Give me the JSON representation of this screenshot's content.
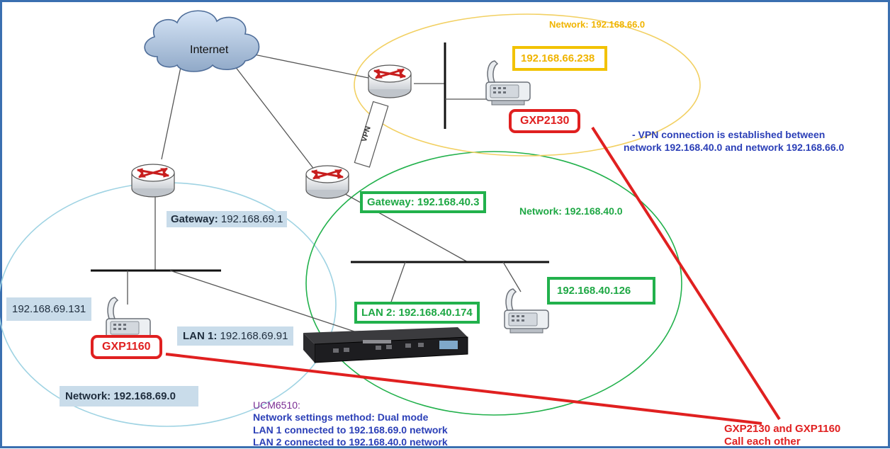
{
  "internet": {
    "label": "Internet"
  },
  "vpn": {
    "label": "VPN"
  },
  "network_66": {
    "network_label": "Network: 192.168.66.0",
    "phone_ip": "192.168.66.238",
    "phone_model": "GXP2130"
  },
  "vpn_note": {
    "line1": "- VPN connection is established between",
    "line2": "network 192.168.40.0 and network 192.168.66.0"
  },
  "network_40": {
    "gateway": "Gateway: 192.168.40.3",
    "network_label": "Network: 192.168.40.0",
    "phone_ip": "192.168.40.126",
    "lan2": "LAN 2: 192.168.40.174"
  },
  "network_69": {
    "gateway_key": "Gateway:",
    "gateway_value": " 192.168.69.1",
    "phone_ip": "192.168.69.131",
    "phone_model": "GXP1160",
    "lan1_key": "LAN 1:",
    "lan1_value": " 192.168.69.91",
    "network_label": "Network: 192.168.69.0"
  },
  "ucm": {
    "title": "UCM6510:",
    "line1": "Network settings method: Dual mode",
    "line2": "LAN 1 connected to 192.168.69.0 network",
    "line3": "LAN 2 connected to 192.168.40.0 network"
  },
  "call_note": {
    "line1": "GXP2130 and GXP1160",
    "line2": "Call each other"
  },
  "colors": {
    "frame": "#3a6fb0",
    "green": "#22b14c",
    "yellow": "#f2c200",
    "red": "#e02020",
    "lightblue": "#9fd3e3"
  }
}
